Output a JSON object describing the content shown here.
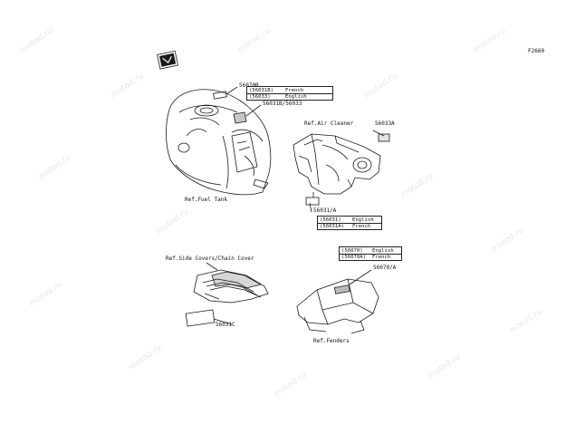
{
  "figure_code": "F2660",
  "watermark": "motod.ru",
  "refs": {
    "fuel_tank": "Ref.Fuel Tank",
    "air_cleaner": "Ref.Air Cleaner",
    "side_covers": "Ref.Side Covers/Chain Cover",
    "fenders": "Ref.Fenders"
  },
  "callouts": {
    "c56070b": "56070B",
    "c56031b_56033": "56031B/56033",
    "c56033a": "56033A",
    "c56031_a": "56031/A",
    "c56070_a": "56070/A",
    "c56031c": "56031C"
  },
  "tables": {
    "tank": [
      {
        "part": "(56031B)",
        "lang": "French"
      },
      {
        "part": "(56033)",
        "lang": "English"
      }
    ],
    "air": [
      {
        "part": "(56031)",
        "lang": "English"
      },
      {
        "part": "(56031A)",
        "lang": "French"
      }
    ],
    "fender": [
      {
        "part": "(56070)",
        "lang": "English"
      },
      {
        "part": "(56070A)",
        "lang": "French"
      }
    ]
  }
}
